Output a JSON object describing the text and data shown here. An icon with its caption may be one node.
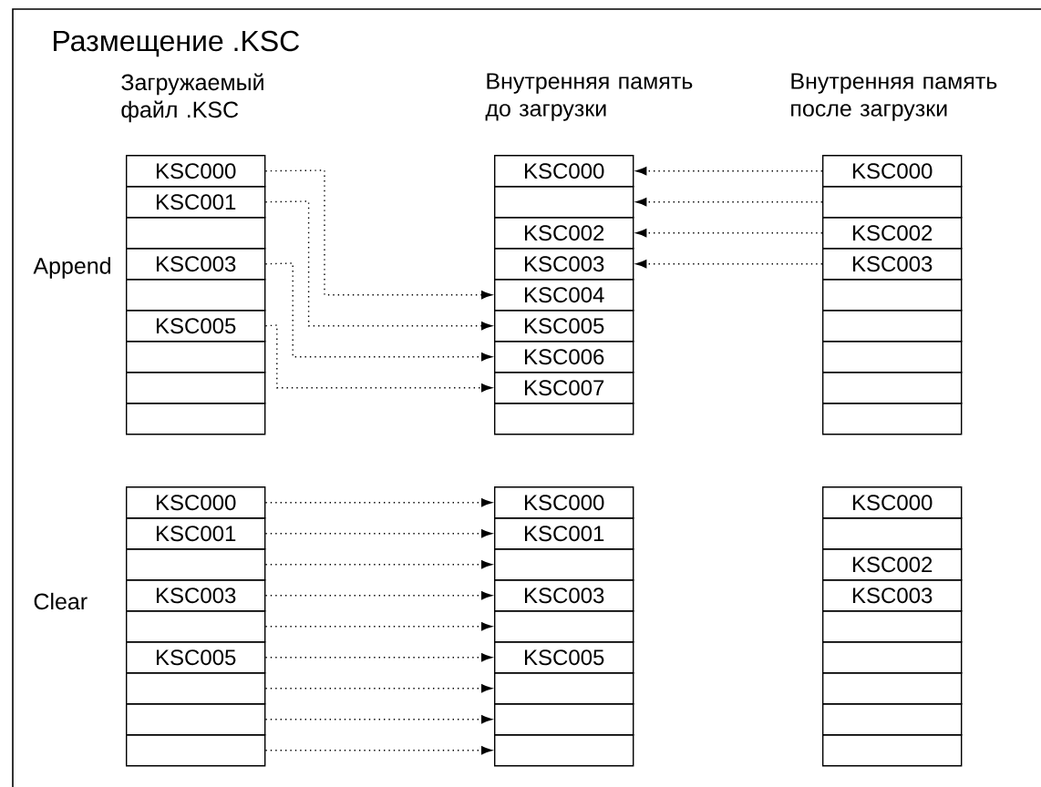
{
  "diagram": {
    "title": "Размещение .KSC",
    "nodes": [
      {
        "text": [
          "KSC000"
        ]
      },
      {
        "text": [
          "KSC001"
        ]
      },
      {
        "text": [],
        "shape": "box"
      },
      {
        "text": [
          "KSC003"
        ]
      },
      {
        "text": [],
        "shape": "box"
      },
      {
        "text": [
          "KSC005"
        ]
      },
      {
        "text": [],
        "shape": "box"
      },
      {
        "text": [],
        "shape": "box"
      },
      {
        "text": [],
        "shape": "box"
      },
      {
        "text": [
          "KSC000"
        ]
      },
      {
        "text": [],
        "shape": "box"
      },
      {
        "text": [
          "KSC002"
        ]
      },
      {
        "text": [
          "KSC003"
        ]
      },
      {
        "text": [
          "KSC004"
        ]
      },
      {
        "text": [
          "KSC005"
        ]
      },
      {
        "text": [
          "KSC006"
        ]
      },
      {
        "text": [
          "KSC007"
        ]
      },
      {
        "text": [],
        "shape": "box"
      },
      {
        "text": [
          "KSC000"
        ]
      },
      {
        "text": [],
        "shape": "box"
      },
      {
        "text": [
          "KSC002"
        ]
      },
      {
        "text": [
          "KSC003"
        ]
      },
      {
        "text": [],
        "shape": "box"
      },
      {
        "text": [],
        "shape": "box"
      },
      {
        "text": [],
        "shape": "box"
      },
      {
        "text": [],
        "shape": "box"
      },
      {
        "text": [],
        "shape": "box"
      },
      {
        "text": [
          "KSC000"
        ]
      },
      {
        "text": [
          "KSC001"
        ]
      },
      {
        "text": [],
        "shape": "box"
      },
      {
        "text": [
          "KSC003"
        ]
      },
      {
        "text": [],
        "shape": "box"
      },
      {
        "text": [
          "KSC005"
        ]
      },
      {
        "text": [],
        "shape": "box"
      },
      {
        "text": [],
        "shape": "box"
      },
      {
        "text": [],
        "shape": "box"
      },
      {
        "text": [
          "KSC000"
        ]
      },
      {
        "text": [
          "KSC001"
        ]
      },
      {
        "text": [],
        "shape": "box"
      },
      {
        "text": [
          "KSC003"
        ]
      },
      {
        "text": [],
        "shape": "box"
      },
      {
        "text": [
          "KSC005"
        ]
      },
      {
        "text": [],
        "shape": "box"
      },
      {
        "text": [],
        "shape": "box"
      },
      {
        "text": [],
        "shape": "box"
      },
      {
        "text": [
          "KSC000"
        ]
      },
      {
        "text": [],
        "shape": "box"
      },
      {
        "text": [
          "KSC002"
        ]
      },
      {
        "text": [
          "KSC003"
        ]
      },
      {
        "text": [],
        "shape": "box"
      },
      {
        "text": [],
        "shape": "box"
      },
      {
        "text": [],
        "shape": "box"
      },
      {
        "text": [],
        "shape": "box"
      },
      {
        "text": [],
        "shape": "box"
      }
    ],
    "edges": [
      {
        "from": 0,
        "to": 13,
        "arrow": "to"
      },
      {
        "from": 1,
        "to": 14,
        "arrow": "to"
      },
      {
        "from": 3,
        "to": 15,
        "arrow": "to"
      },
      {
        "from": 5,
        "to": 16,
        "arrow": "to"
      },
      {
        "from": 18,
        "to": 9,
        "arrow": "to"
      },
      {
        "from": 19,
        "to": 10,
        "arrow": "to"
      },
      {
        "from": 20,
        "to": 11,
        "arrow": "to"
      },
      {
        "from": 21,
        "to": 12,
        "arrow": "to"
      },
      {
        "from": 27,
        "to": 36,
        "arrow": "to"
      },
      {
        "from": 28,
        "to": 37,
        "arrow": "to"
      },
      {
        "from": 29,
        "to": 38,
        "arrow": "to"
      },
      {
        "from": 30,
        "to": 39,
        "arrow": "to"
      },
      {
        "from": 31,
        "to": 40,
        "arrow": "to"
      },
      {
        "from": 32,
        "to": 41,
        "arrow": "to"
      },
      {
        "from": 33,
        "to": 42,
        "arrow": "to"
      },
      {
        "from": 34,
        "to": 43,
        "arrow": "to"
      },
      {
        "from": 35,
        "to": 44,
        "arrow": "to"
      }
    ],
    "labels": [
      "Загружаемый файл .KSC",
      "Внутренняя память до загрузки",
      "Внутренняя память после загрузки",
      "Append",
      "Clear"
    ]
  }
}
